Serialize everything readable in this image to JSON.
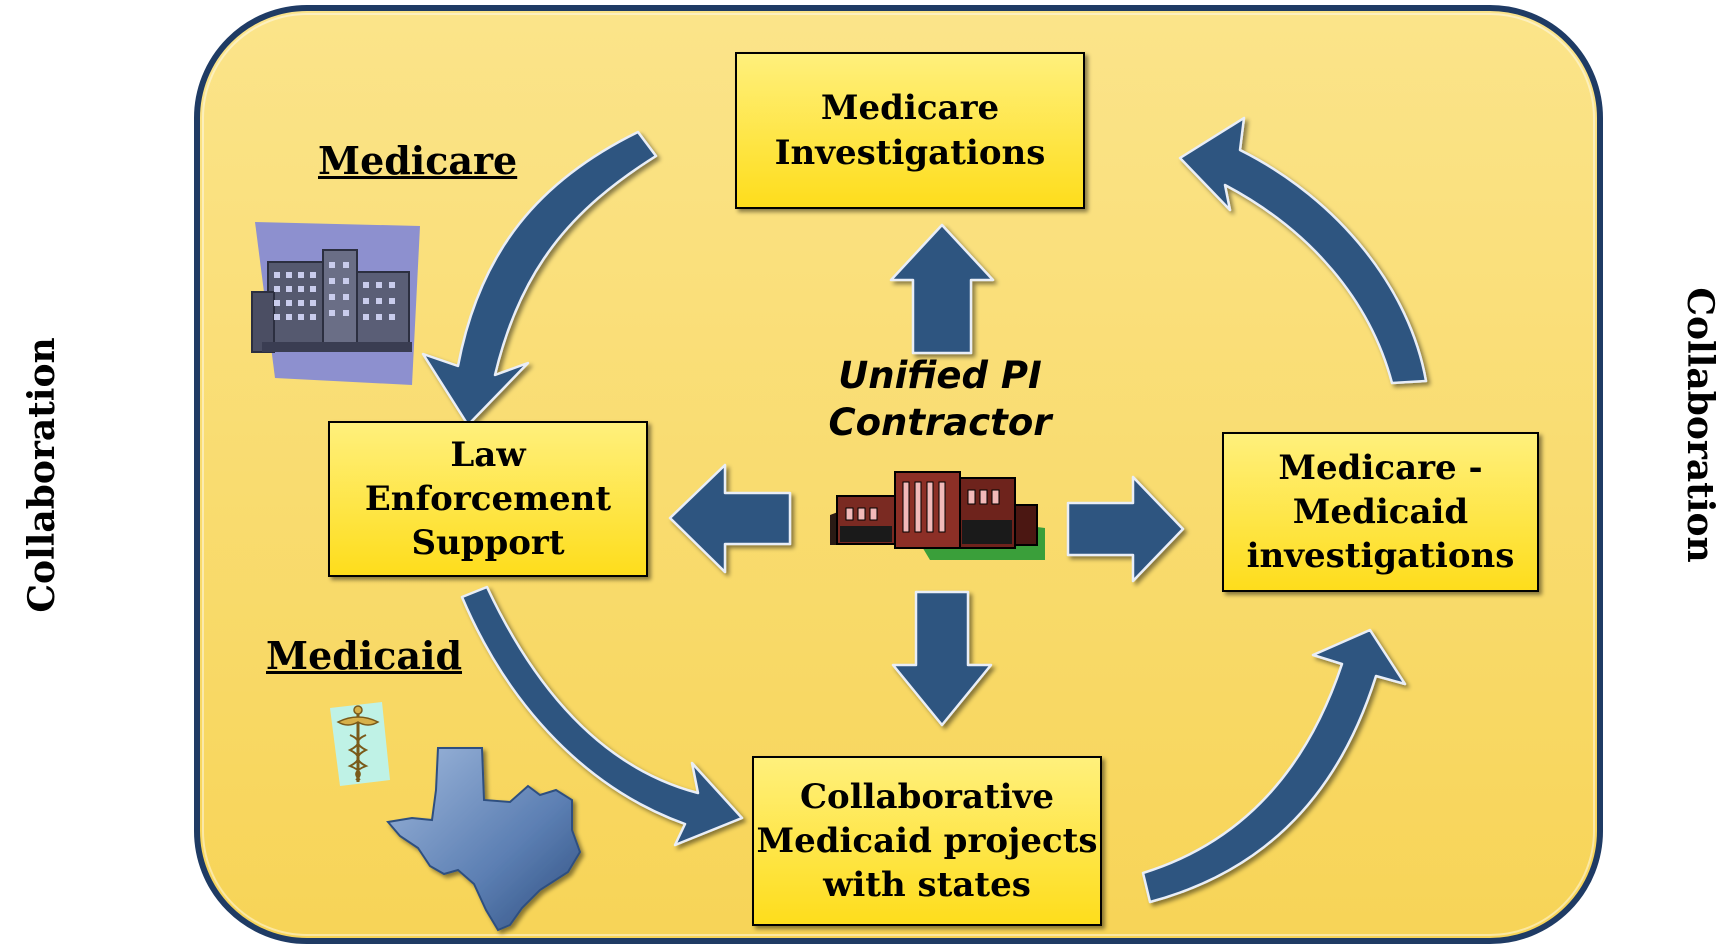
{
  "diagram": {
    "side_left_label": "Collaboration",
    "side_right_label": "Collaboration",
    "center_title": "Unified PI\nContractor",
    "sections": {
      "medicare": "Medicare",
      "medicaid": "Medicaid"
    },
    "boxes": {
      "medicare_investigations": "Medicare\nInvestigations",
      "law_enforcement": "Law\nEnforcement\nSupport",
      "medicare_medicaid": "Medicare -\nMedicaid\ninvestigations",
      "collaborative_medicaid": "Collaborative\nMedicaid projects\nwith states"
    },
    "icons": {
      "medicare": "hospital-building-icon",
      "medicaid_symbol": "caduceus-icon",
      "medicaid_state": "texas-map-icon",
      "contractor": "office-building-icon"
    },
    "colors": {
      "panel_fill": "#f9dc6c",
      "panel_border": "#1f3b64",
      "arrow_fill": "#2d5480",
      "box_fill": "#fede26"
    }
  }
}
